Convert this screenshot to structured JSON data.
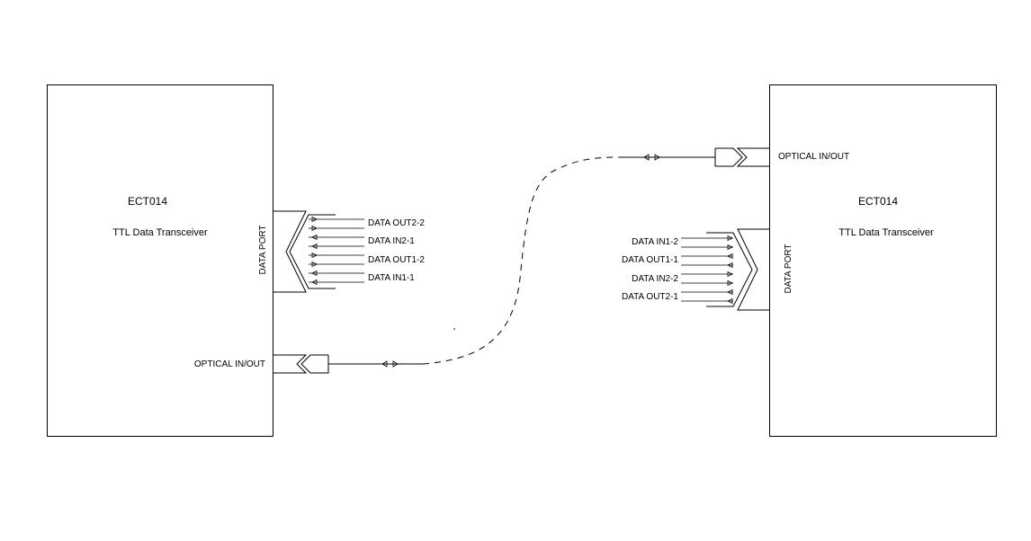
{
  "left_device": {
    "model": "ECT014",
    "description": "TTL  Data Transceiver",
    "data_port_label": "DATA PORT",
    "optical_label": "OPTICAL IN/OUT",
    "signals": [
      "DATA OUT2-2",
      "DATA IN2-1",
      "DATA OUT1-2",
      "DATA IN1-1"
    ]
  },
  "right_device": {
    "model": "ECT014",
    "description": "TTL  Data Transceiver",
    "data_port_label": "DATA PORT",
    "optical_label": "OPTICAL IN/OUT",
    "signals": [
      "DATA IN1-2",
      "DATA OUT1-1",
      "DATA IN2-2",
      "DATA OUT2-1"
    ]
  }
}
